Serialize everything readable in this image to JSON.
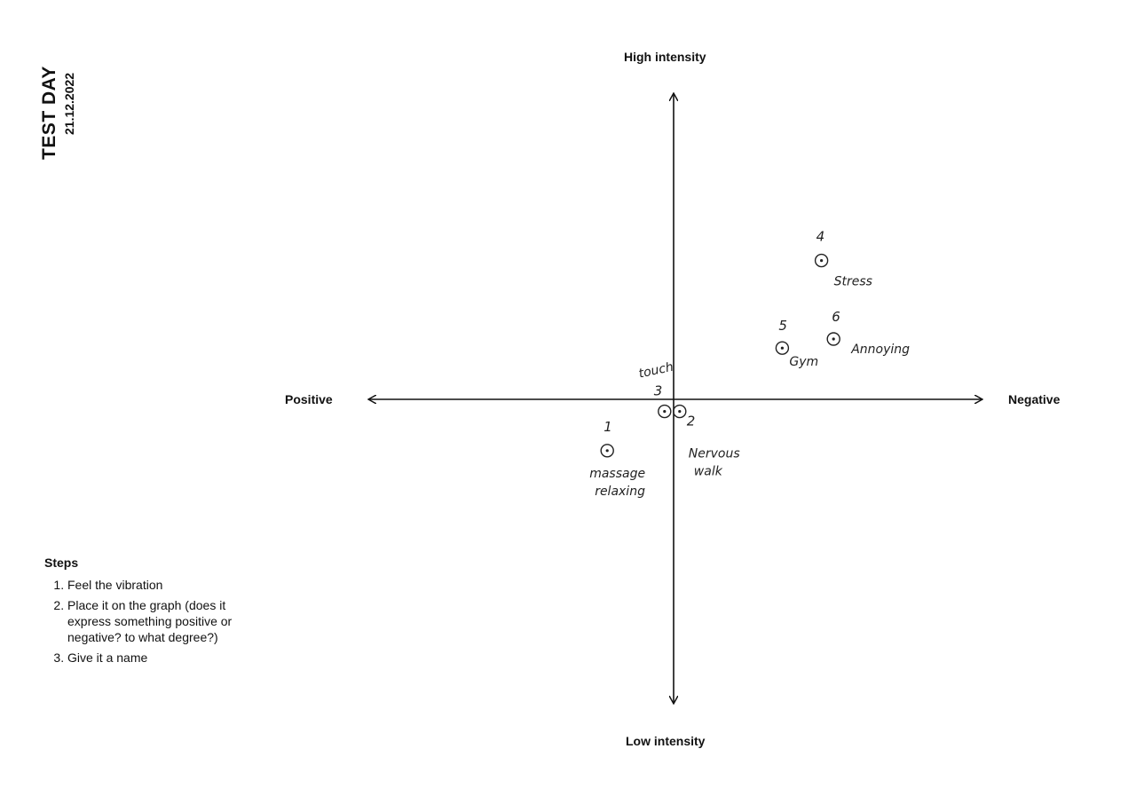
{
  "header": {
    "title": "TEST DAY",
    "date": "21.12.2022"
  },
  "axes": {
    "top": "High intensity",
    "bottom": "Low intensity",
    "left": "Positive",
    "right": "Negative"
  },
  "steps": {
    "heading": "Steps",
    "items": [
      "Feel the vibration",
      "Place it on the graph (does it express something positive or negative? to what degree?)",
      "Give it a name"
    ]
  },
  "chart_data": {
    "type": "scatter",
    "xlabel_left": "Positive",
    "xlabel_right": "Negative",
    "ylabel_top": "High intensity",
    "ylabel_bottom": "Low intensity",
    "points": [
      {
        "number": "1",
        "label": "massage relaxing",
        "x": -0.22,
        "y": -0.17
      },
      {
        "number": "2",
        "label": "Nervous walk",
        "x": 0.02,
        "y": -0.04
      },
      {
        "number": "3",
        "label": "touch",
        "x": -0.03,
        "y": -0.04
      },
      {
        "number": "4",
        "label": "Stress",
        "x": 0.49,
        "y": 0.46
      },
      {
        "number": "5",
        "label": "Gym",
        "x": 0.36,
        "y": 0.17
      },
      {
        "number": "6",
        "label": "Annoying",
        "x": 0.53,
        "y": 0.2
      }
    ]
  }
}
